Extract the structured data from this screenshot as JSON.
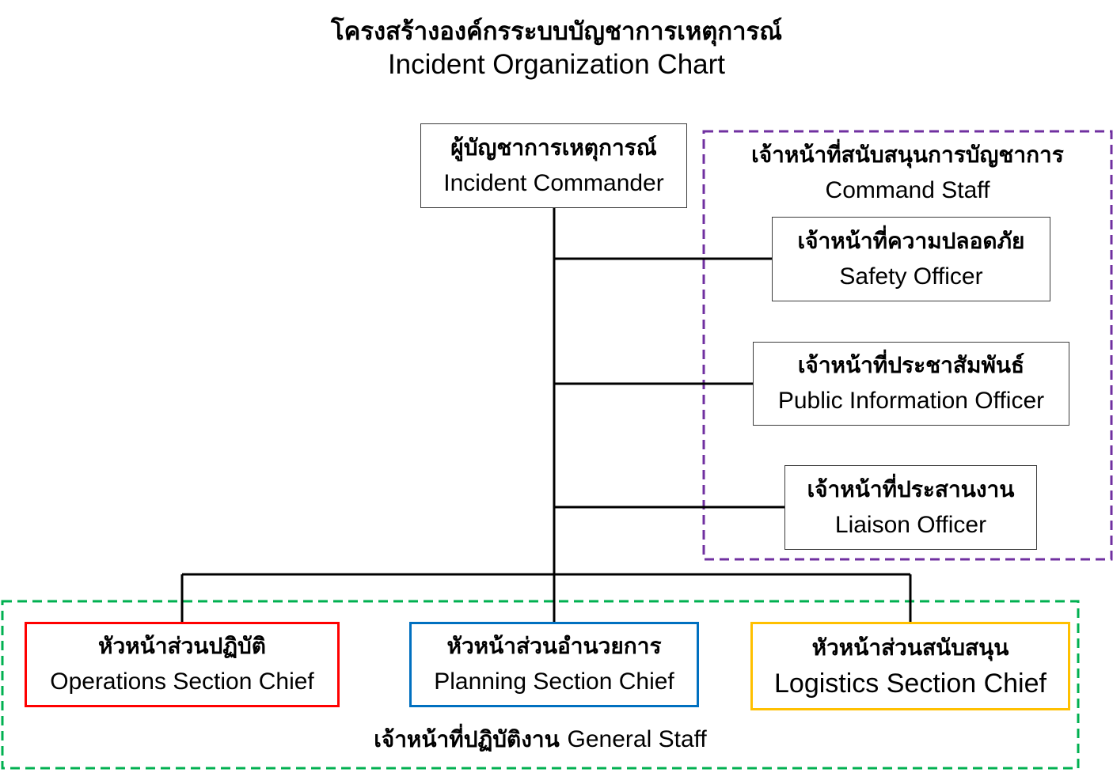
{
  "title": {
    "thai": "โครงสร้างองค์กรระบบบัญชาการเหตุการณ์",
    "english": "Incident Organization Chart"
  },
  "commander": {
    "thai": "ผู้บัญชาการเหตุการณ์",
    "english": "Incident Commander"
  },
  "command_staff": {
    "label_thai": "เจ้าหน้าที่สนับสนุนการบัญชาการ",
    "label_english": "Command Staff",
    "border_color": "#7030a0",
    "officers": [
      {
        "thai": "เจ้าหน้าที่ความปลอดภัย",
        "english": "Safety Officer"
      },
      {
        "thai": "เจ้าหน้าที่ประชาสัมพันธ์",
        "english": "Public Information Officer"
      },
      {
        "thai": "เจ้าหน้าที่ประสานงาน",
        "english": "Liaison Officer"
      }
    ]
  },
  "general_staff": {
    "label_thai": "เจ้าหน้าที่ปฏิบัติงาน",
    "label_english": "General Staff",
    "border_color": "#00b050",
    "sections": [
      {
        "thai": "หัวหน้าส่วนปฏิบัติ",
        "english": "Operations Section Chief",
        "color": "#ff0000"
      },
      {
        "thai": "หัวหน้าส่วนอำนวยการ",
        "english": "Planning Section Chief",
        "color": "#0070c0"
      },
      {
        "thai": "หัวหน้าส่วนสนับสนุน",
        "english": "Logistics Section Chief",
        "color": "#ffc000"
      }
    ]
  }
}
